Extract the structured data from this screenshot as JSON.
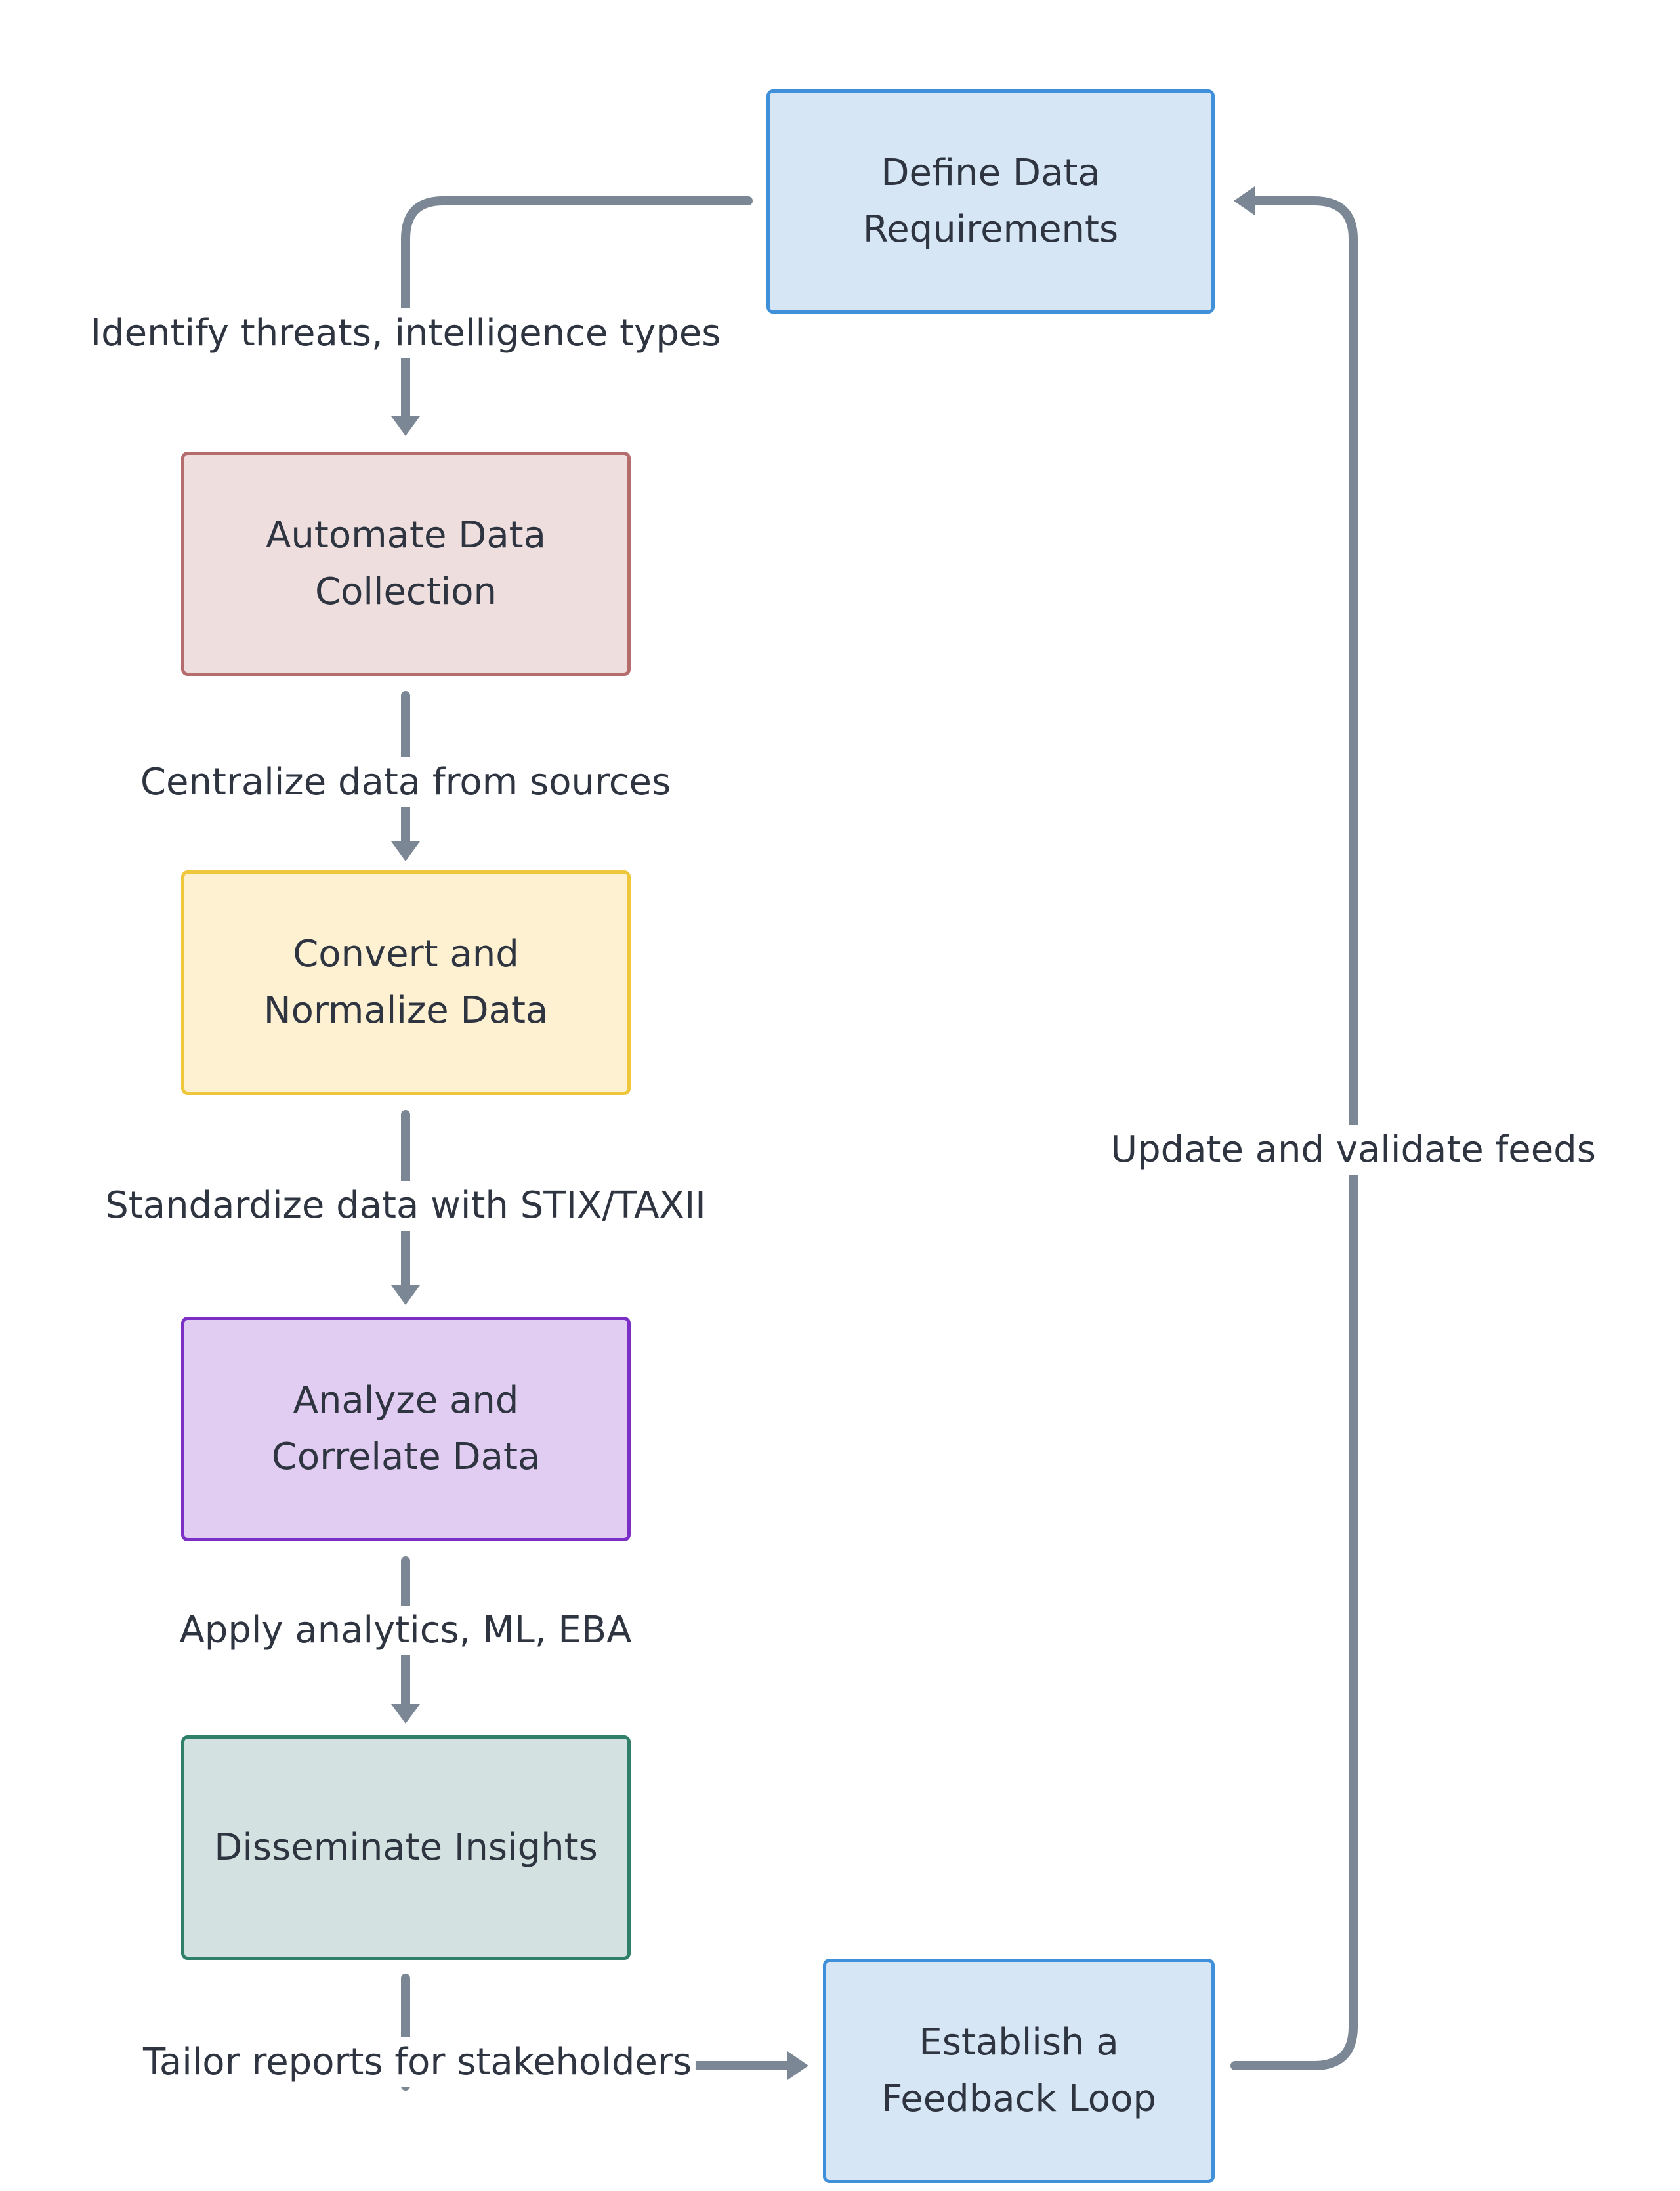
{
  "nodes": {
    "define": "Define Data\nRequirements",
    "automate": "Automate Data\nCollection",
    "convert": "Convert and\nNormalize Data",
    "analyze": "Analyze and\nCorrelate Data",
    "disseminate": "Disseminate Insights",
    "feedback": "Establish a\nFeedback Loop"
  },
  "edges": {
    "identify": "Identify threats, intelligence types",
    "centralize": "Centralize data from sources",
    "standardize": "Standardize data with STIX/TAXII",
    "apply": "Apply analytics, ML, EBA",
    "tailor": "Tailor reports for stakeholders",
    "update": "Update and validate feeds"
  },
  "colors": {
    "edge": "#7b8794",
    "blue_fill": "#d6e6f5",
    "blue_border": "#3f8fd9",
    "red_fill": "#eedede",
    "red_border": "#b46c6c",
    "yellow_fill": "#fdf1d2",
    "yellow_border": "#eec73c",
    "purple_fill": "#e2cdf2",
    "purple_border": "#7b2fc6",
    "green_fill": "#d3e2e1",
    "green_border": "#2f7f6a"
  }
}
